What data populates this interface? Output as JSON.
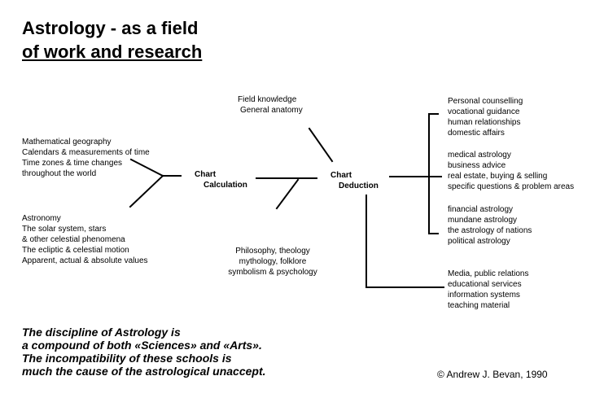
{
  "title": {
    "line1": "Astrology - as a field",
    "line2": "of work and research"
  },
  "left_top": [
    "Mathematical geography",
    "Calendars & measurements of time",
    "Time zones & time changes",
    "throughout the world"
  ],
  "left_bottom": [
    "Astronomy",
    "The solar system, stars",
    "& other celestial phenomena",
    "The ecliptic & celestial motion",
    "Apparent, actual & absolute values"
  ],
  "chart_calculation": {
    "line1": "Chart",
    "line2": "Calculation"
  },
  "field_knowledge": [
    "Field knowledge",
    "General anatomy"
  ],
  "philosophy": [
    "Philosophy, theology",
    "mythology, folklore",
    "symbolism & psychology"
  ],
  "chart_deduction": {
    "line1": "Chart",
    "line2": "Deduction"
  },
  "right_groups": {
    "personal": [
      "Personal counselling",
      "vocational guidance",
      "human relationships",
      "domestic affairs"
    ],
    "business": [
      "medical astrology",
      "business advice",
      "real estate, buying & selling",
      "specific questions & problem areas"
    ],
    "mundane": [
      "financial astrology",
      "mundane astrology",
      "the astrology of nations",
      "political astrology"
    ],
    "media": [
      "Media, public relations",
      "educational services",
      "information systems",
      "teaching material"
    ]
  },
  "footer": [
    "The discipline of Astrology is",
    "a compound of both «Sciences» and «Arts».",
    "The incompatibility of these schools is",
    "much the cause of the astrological unaccept."
  ],
  "copyright": "© Andrew J. Bevan, 1990"
}
